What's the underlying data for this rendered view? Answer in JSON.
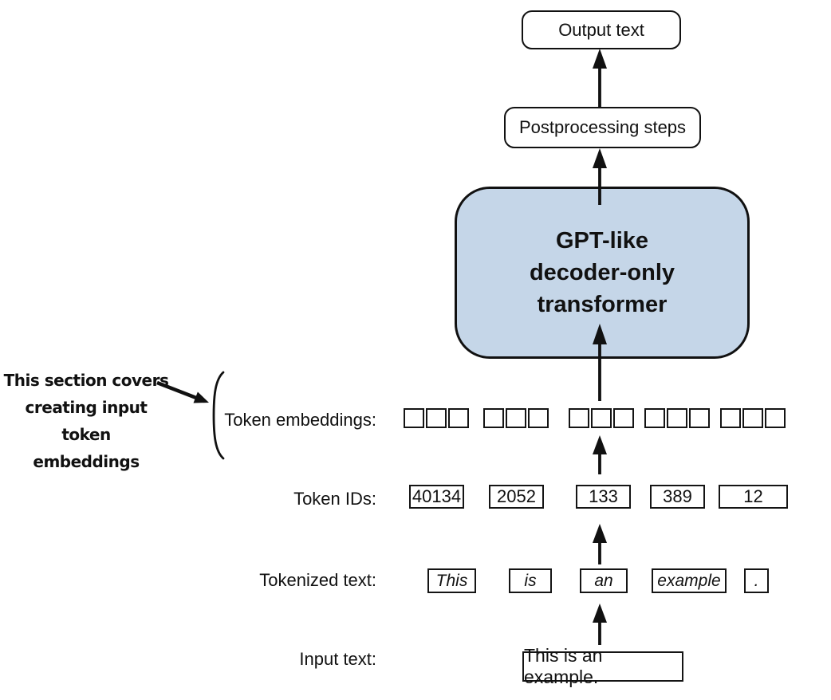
{
  "colors": {
    "transformer_fill": "#c5d6e8",
    "stroke": "#111111"
  },
  "boxes": {
    "output": "Output text",
    "postprocessing": "Postprocessing steps",
    "transformer": [
      "GPT-like",
      "decoder-only",
      "transformer"
    ]
  },
  "rows": {
    "embeddings": {
      "label": "Token embeddings:",
      "group_count": 5,
      "cells_per_group": 3
    },
    "token_ids": {
      "label": "Token IDs:",
      "values": [
        "40134",
        "2052",
        "133",
        "389",
        "12"
      ]
    },
    "tokenized": {
      "label": "Tokenized text:",
      "tokens": [
        "This",
        "is",
        "an",
        "example",
        "."
      ]
    },
    "input": {
      "label": "Input text:",
      "value": "This is an example."
    }
  },
  "annotation": {
    "lines": [
      "This section covers",
      "creating input token",
      "embeddings"
    ]
  }
}
